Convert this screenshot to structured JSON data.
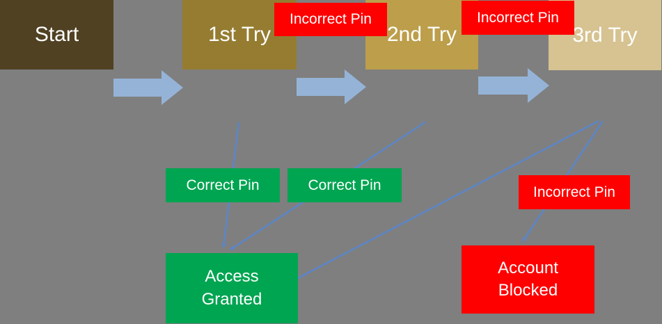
{
  "colors": {
    "background": "#7f7f7f",
    "start_box": "#504123",
    "try1_box": "#957c31",
    "try2_box": "#bc9e4b",
    "try3_box": "#d6c391",
    "success_green": "#00a551",
    "failure_red": "#ff0000",
    "block_arrow": "#95b3d7",
    "connector": "#5b86c8",
    "text": "#ffffff"
  },
  "nodes": {
    "start": {
      "label": "Start"
    },
    "try1": {
      "label": "1st Try"
    },
    "try2": {
      "label": "2nd Try"
    },
    "try3": {
      "label": "3rd Try"
    },
    "incorrect_pin_1": {
      "label": "Incorrect Pin"
    },
    "incorrect_pin_2": {
      "label": "Incorrect Pin"
    },
    "incorrect_pin_3": {
      "label": "Incorrect Pin"
    },
    "correct_pin_1": {
      "label": "Correct Pin"
    },
    "correct_pin_2": {
      "label": "Correct Pin"
    },
    "access_granted": {
      "label": "Access Granted"
    },
    "account_blocked": {
      "label": "Account Blocked"
    }
  }
}
